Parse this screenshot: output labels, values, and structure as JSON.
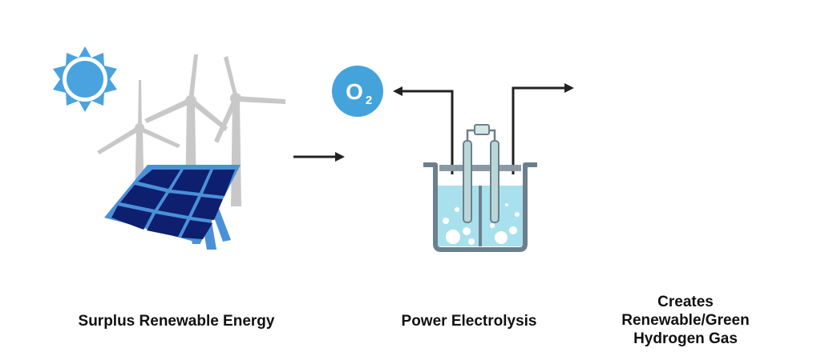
{
  "diagram": {
    "o2_label_main": "O",
    "o2_label_sub": "2",
    "captions": {
      "renewable_energy": "Surplus Renewable Energy",
      "electrolysis": "Power Electrolysis",
      "hydrogen_line1": "Creates",
      "hydrogen_line2": "Renewable/Green",
      "hydrogen_line3": "Hydrogen Gas"
    }
  },
  "colors": {
    "sun": "#4aa3df",
    "turbine": "#c8c8c8",
    "panel_frame": "#4a90d9",
    "panel_cells": "#0d1f6e",
    "o2_circle": "#45a3dc",
    "water": "#a9e0ee",
    "beaker": "#6d7f8c",
    "arrow": "#222222"
  }
}
